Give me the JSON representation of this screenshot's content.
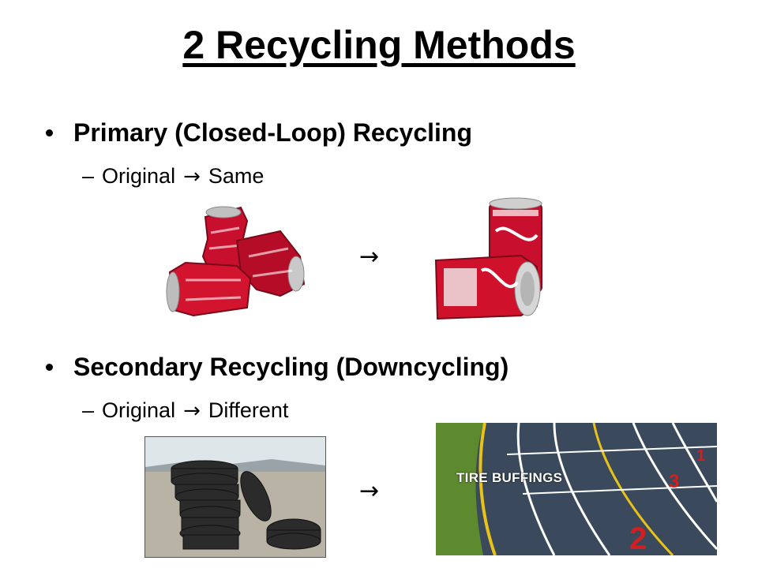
{
  "slide": {
    "title": "2 Recycling Methods",
    "bullets": [
      {
        "label": "Primary (Closed-Loop) Recycling",
        "sub": {
          "from": "Original",
          "to": "Same"
        }
      },
      {
        "label": "Secondary Recycling (Downcycling)",
        "sub": {
          "from": "Original",
          "to": "Different"
        }
      }
    ],
    "arrow_glyph": "→",
    "images": {
      "track_label": "TIRE BUFFINGS",
      "lane_numbers": [
        "1",
        "2",
        "3"
      ]
    },
    "colors": {
      "can_red": "#c8102e",
      "track_surface": "#3a4a5c",
      "grass": "#5d8a2f",
      "lane_white": "#ffffff",
      "lane_yellow": "#e8c21a",
      "lane_number_red": "#d21f1f"
    }
  }
}
